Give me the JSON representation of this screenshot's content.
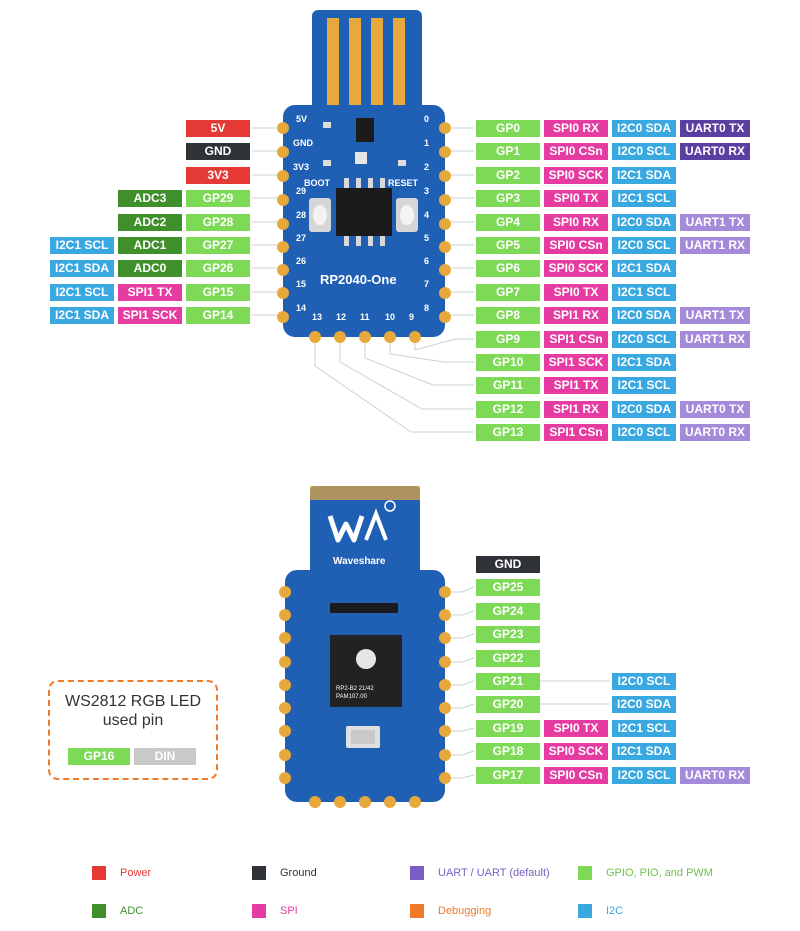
{
  "colors": {
    "gpio": "#7ed957",
    "power": "#e53935",
    "ground": "#2f3237",
    "adc": "#3f8f2a",
    "spi": "#e63ca1",
    "i2c": "#3aa8e0",
    "uart": "#5a3fa0",
    "uart_light": "#a48ad8",
    "debug": "#f07a2a",
    "pcb": "#1f5fb4",
    "gold": "#e8a93c"
  },
  "board_top": {
    "name": "RP2040-One",
    "buttons": [
      "BOOT",
      "RESET"
    ],
    "left_pad_labels": [
      "5V",
      "GND",
      "3V3",
      "29",
      "28",
      "27",
      "26",
      "15",
      "14"
    ],
    "right_pad_labels": [
      "0",
      "1",
      "2",
      "3",
      "4",
      "5",
      "6",
      "7",
      "8"
    ],
    "bottom_pad_labels": [
      "13",
      "12",
      "11",
      "10",
      "9"
    ],
    "left_rows": [
      {
        "labels": [
          {
            "text": "5V",
            "type": "power"
          }
        ]
      },
      {
        "labels": [
          {
            "text": "GND",
            "type": "ground"
          }
        ]
      },
      {
        "labels": [
          {
            "text": "3V3",
            "type": "power"
          }
        ]
      },
      {
        "labels": [
          {
            "text": "ADC3",
            "type": "adc"
          },
          {
            "text": "GP29",
            "type": "gpio"
          }
        ]
      },
      {
        "labels": [
          {
            "text": "ADC2",
            "type": "adc"
          },
          {
            "text": "GP28",
            "type": "gpio"
          }
        ]
      },
      {
        "labels": [
          {
            "text": "I2C1 SCL",
            "type": "i2c"
          },
          {
            "text": "ADC1",
            "type": "adc"
          },
          {
            "text": "GP27",
            "type": "gpio"
          }
        ]
      },
      {
        "labels": [
          {
            "text": "I2C1 SDA",
            "type": "i2c"
          },
          {
            "text": "ADC0",
            "type": "adc"
          },
          {
            "text": "GP26",
            "type": "gpio"
          }
        ]
      },
      {
        "labels": [
          {
            "text": "I2C1 SCL",
            "type": "i2c"
          },
          {
            "text": "SPI1 TX",
            "type": "spi"
          },
          {
            "text": "GP15",
            "type": "gpio"
          }
        ]
      },
      {
        "labels": [
          {
            "text": "I2C1 SDA",
            "type": "i2c"
          },
          {
            "text": "SPI1 SCK",
            "type": "spi"
          },
          {
            "text": "GP14",
            "type": "gpio"
          }
        ]
      }
    ],
    "right_rows": [
      {
        "labels": [
          {
            "text": "GP0",
            "type": "gpio"
          },
          {
            "text": "SPI0 RX",
            "type": "spi"
          },
          {
            "text": "I2C0 SDA",
            "type": "i2c"
          },
          {
            "text": "UART0 TX",
            "type": "uart"
          }
        ]
      },
      {
        "labels": [
          {
            "text": "GP1",
            "type": "gpio"
          },
          {
            "text": "SPI0 CSn",
            "type": "spi"
          },
          {
            "text": "I2C0 SCL",
            "type": "i2c"
          },
          {
            "text": "UART0 RX",
            "type": "uart"
          }
        ]
      },
      {
        "labels": [
          {
            "text": "GP2",
            "type": "gpio"
          },
          {
            "text": "SPI0 SCK",
            "type": "spi"
          },
          {
            "text": "I2C1 SDA",
            "type": "i2c"
          }
        ]
      },
      {
        "labels": [
          {
            "text": "GP3",
            "type": "gpio"
          },
          {
            "text": "SPI0 TX",
            "type": "spi"
          },
          {
            "text": "I2C1 SCL",
            "type": "i2c"
          }
        ]
      },
      {
        "labels": [
          {
            "text": "GP4",
            "type": "gpio"
          },
          {
            "text": "SPI0 RX",
            "type": "spi"
          },
          {
            "text": "I2C0 SDA",
            "type": "i2c"
          },
          {
            "text": "UART1 TX",
            "type": "uart_light"
          }
        ]
      },
      {
        "labels": [
          {
            "text": "GP5",
            "type": "gpio"
          },
          {
            "text": "SPI0 CSn",
            "type": "spi"
          },
          {
            "text": "I2C0 SCL",
            "type": "i2c"
          },
          {
            "text": "UART1 RX",
            "type": "uart_light"
          }
        ]
      },
      {
        "labels": [
          {
            "text": "GP6",
            "type": "gpio"
          },
          {
            "text": "SPI0 SCK",
            "type": "spi"
          },
          {
            "text": "I2C1 SDA",
            "type": "i2c"
          }
        ]
      },
      {
        "labels": [
          {
            "text": "GP7",
            "type": "gpio"
          },
          {
            "text": "SPI0 TX",
            "type": "spi"
          },
          {
            "text": "I2C1 SCL",
            "type": "i2c"
          }
        ]
      },
      {
        "labels": [
          {
            "text": "GP8",
            "type": "gpio"
          },
          {
            "text": "SPI1 RX",
            "type": "spi"
          },
          {
            "text": "I2C0 SDA",
            "type": "i2c"
          },
          {
            "text": "UART1 TX",
            "type": "uart_light"
          }
        ]
      },
      {
        "labels": [
          {
            "text": "GP9",
            "type": "gpio"
          },
          {
            "text": "SPI1 CSn",
            "type": "spi"
          },
          {
            "text": "I2C0 SCL",
            "type": "i2c"
          },
          {
            "text": "UART1 RX",
            "type": "uart_light"
          }
        ]
      },
      {
        "labels": [
          {
            "text": "GP10",
            "type": "gpio"
          },
          {
            "text": "SPI1 SCK",
            "type": "spi"
          },
          {
            "text": "I2C1 SDA",
            "type": "i2c"
          }
        ]
      },
      {
        "labels": [
          {
            "text": "GP11",
            "type": "gpio"
          },
          {
            "text": "SPI1 TX",
            "type": "spi"
          },
          {
            "text": "I2C1 SCL",
            "type": "i2c"
          }
        ]
      },
      {
        "labels": [
          {
            "text": "GP12",
            "type": "gpio"
          },
          {
            "text": "SPI1 RX",
            "type": "spi"
          },
          {
            "text": "I2C0 SDA",
            "type": "i2c"
          },
          {
            "text": "UART0 TX",
            "type": "uart_light"
          }
        ]
      },
      {
        "labels": [
          {
            "text": "GP13",
            "type": "gpio"
          },
          {
            "text": "SPI1 CSn",
            "type": "spi"
          },
          {
            "text": "I2C0 SCL",
            "type": "i2c"
          },
          {
            "text": "UART0 RX",
            "type": "uart_light"
          }
        ]
      }
    ]
  },
  "board_bottom": {
    "brand": "Waveshare",
    "chip_text": [
      "RP2-B2  21/42",
      "PAM107.00"
    ],
    "right_rows": [
      {
        "labels": [
          {
            "text": "GND",
            "type": "ground"
          }
        ]
      },
      {
        "labels": [
          {
            "text": "GP25",
            "type": "gpio"
          }
        ]
      },
      {
        "labels": [
          {
            "text": "GP24",
            "type": "gpio"
          }
        ]
      },
      {
        "labels": [
          {
            "text": "GP23",
            "type": "gpio"
          }
        ]
      },
      {
        "labels": [
          {
            "text": "GP22",
            "type": "gpio"
          }
        ]
      },
      {
        "labels": [
          {
            "text": "GP21",
            "type": "gpio"
          },
          null,
          {
            "text": "I2C0 SCL",
            "type": "i2c"
          }
        ]
      },
      {
        "labels": [
          {
            "text": "GP20",
            "type": "gpio"
          },
          null,
          {
            "text": "I2C0 SDA",
            "type": "i2c"
          }
        ]
      },
      {
        "labels": [
          {
            "text": "GP19",
            "type": "gpio"
          },
          {
            "text": "SPI0 TX",
            "type": "spi"
          },
          {
            "text": "I2C1 SCL",
            "type": "i2c"
          }
        ]
      },
      {
        "labels": [
          {
            "text": "GP18",
            "type": "gpio"
          },
          {
            "text": "SPI0 SCK",
            "type": "spi"
          },
          {
            "text": "I2C1 SDA",
            "type": "i2c"
          }
        ]
      },
      {
        "labels": [
          {
            "text": "GP17",
            "type": "gpio"
          },
          {
            "text": "SPI0 CSn",
            "type": "spi"
          },
          {
            "text": "I2C0 SCL",
            "type": "i2c"
          },
          {
            "text": "UART0 RX",
            "type": "uart_light"
          }
        ]
      }
    ]
  },
  "callout": {
    "title_line1": "WS2812 RGB LED",
    "title_line2": "used pin",
    "pin": "GP16",
    "function": "DIN"
  },
  "legend": [
    {
      "text": "Power",
      "color": "#e53935",
      "text_color": "#e53935"
    },
    {
      "text": "Ground",
      "color": "#2f3237",
      "text_color": "#333333"
    },
    {
      "text": "UART / UART (default)",
      "color": "#7a5cc4",
      "text_color": "#7a5cc4"
    },
    {
      "text": "GPIO, PIO, and PWM",
      "color": "#7ed957",
      "text_color": "#6cc24a"
    },
    {
      "text": "ADC",
      "color": "#3f8f2a",
      "text_color": "#3f8f2a"
    },
    {
      "text": "SPI",
      "color": "#e63ca1",
      "text_color": "#e63ca1"
    },
    {
      "text": "Debugging",
      "color": "#f07a2a",
      "text_color": "#f07a2a"
    },
    {
      "text": "I2C",
      "color": "#3aa8e0",
      "text_color": "#3aa8e0"
    }
  ]
}
